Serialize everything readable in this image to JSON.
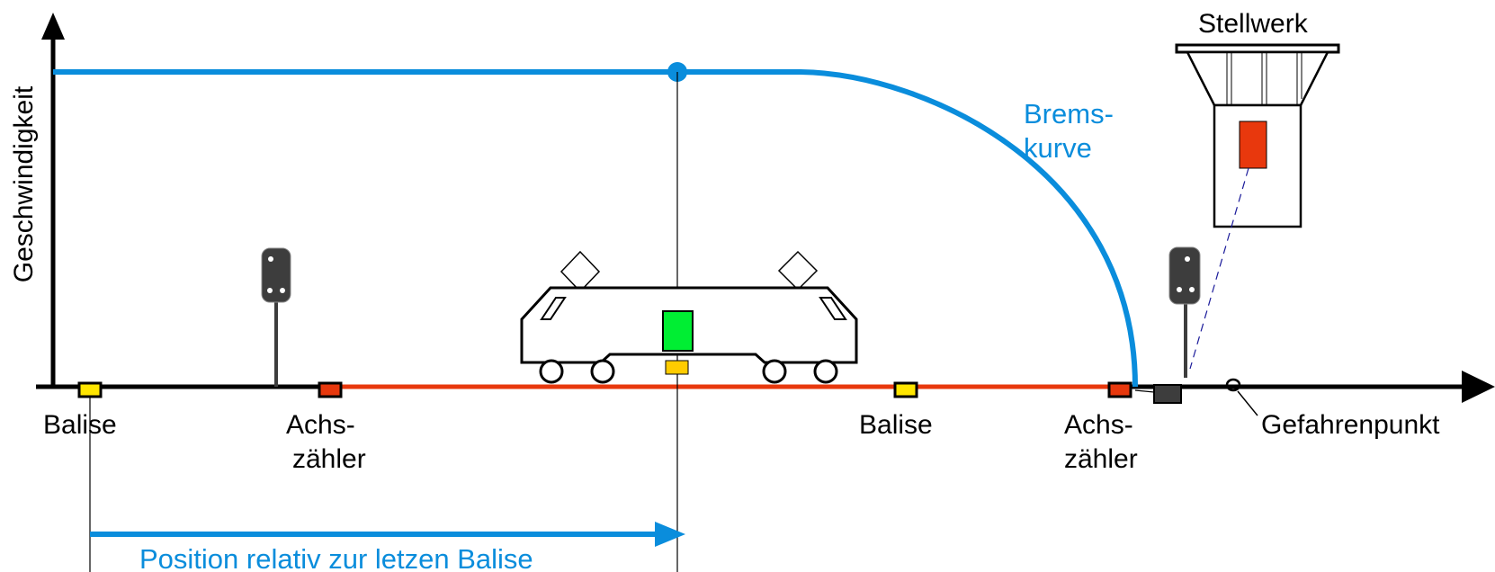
{
  "diagram": {
    "axes": {
      "y_label": "Geschwindigkeit"
    },
    "labels": {
      "stellwerk": "Stellwerk",
      "brake_curve_line1": "Brems-",
      "brake_curve_line2": "kurve",
      "balise_left": "Balise",
      "balise_right": "Balise",
      "axle_counter_left_line1": "Achs-",
      "axle_counter_left_line2": "zähler",
      "axle_counter_right_line1": "Achs-",
      "axle_counter_right_line2": "zähler",
      "danger_point": "Gefahrenpunkt",
      "position_caption": "Position relativ zur letzen Balise"
    },
    "colors": {
      "speed_curve": "#0a8ddc",
      "occupied_track": "#e8380d",
      "balise": "#ffe600",
      "axle_counter": "#e8380d",
      "train_indicator": "#00ee33",
      "train_antenna": "#ffcc00",
      "interlocking_signal": "#e8380d",
      "signal_body": "#3d3d3d"
    },
    "icons": {
      "train": "electric-locomotive-icon",
      "signal": "railway-signal-icon",
      "interlocking": "signal-box-tower-icon"
    }
  }
}
